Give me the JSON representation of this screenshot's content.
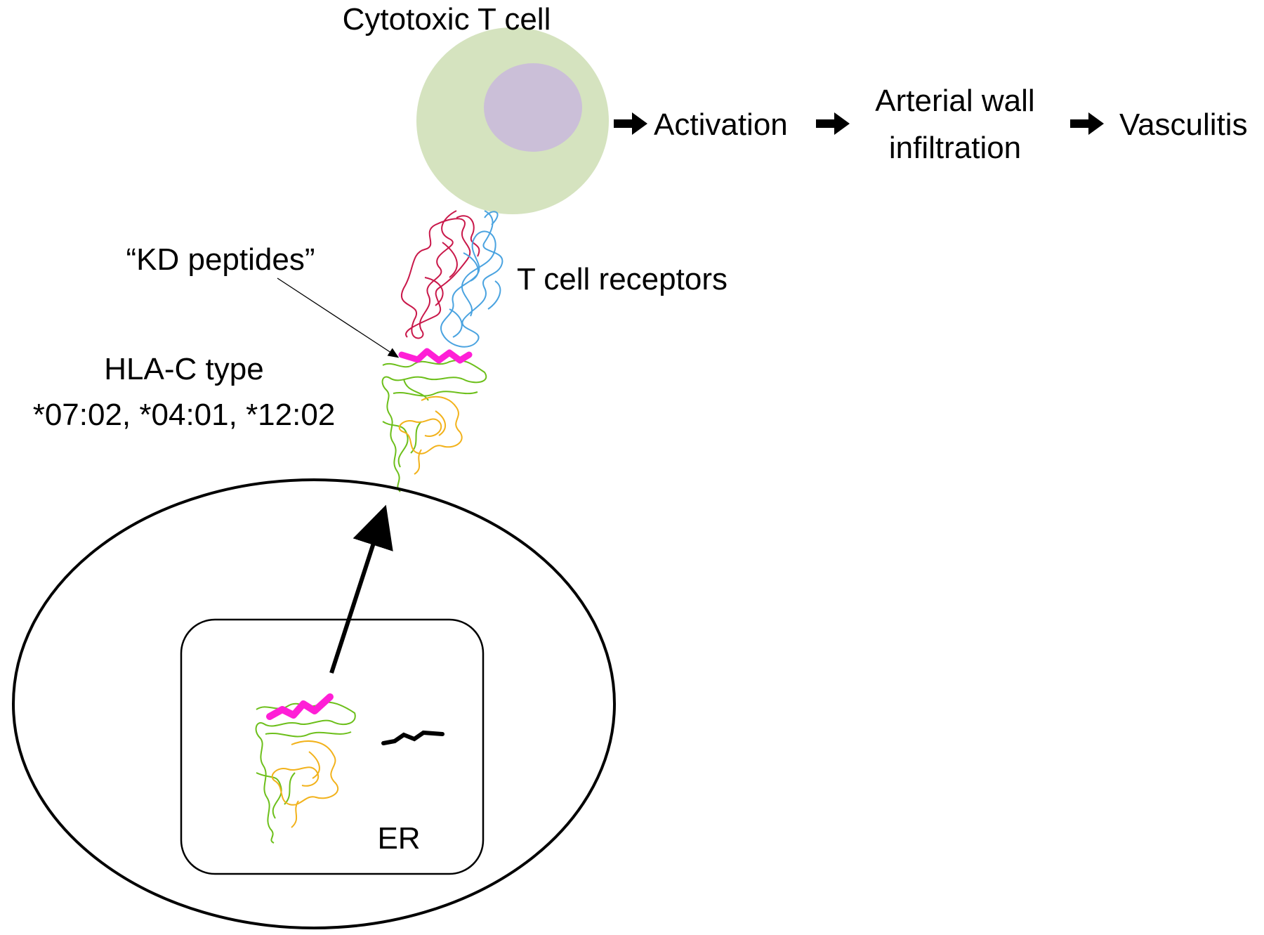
{
  "labels": {
    "cytotoxic_t_cell": "Cytotoxic T cell",
    "activation": "Activation",
    "arterial_wall_line1": "Arterial wall",
    "arterial_wall_line2": "infiltration",
    "vasculitis": "Vasculitis",
    "kd_peptides": "“KD peptides”",
    "t_cell_receptors": "T cell receptors",
    "hla_line1": "HLA-C type",
    "hla_line2": "*07:02, *04:01, *12:02",
    "er": "ER"
  },
  "colors": {
    "t_cell_body": "#d5e3bf",
    "t_cell_nucleus": "#cbbfd8",
    "peptide": "#ff1fd6",
    "tcr_red": "#c9184a",
    "tcr_blue": "#4aa3e0",
    "hla_green": "#6cbf1a",
    "hla_yellow": "#f2b21b",
    "outline": "#000000"
  }
}
